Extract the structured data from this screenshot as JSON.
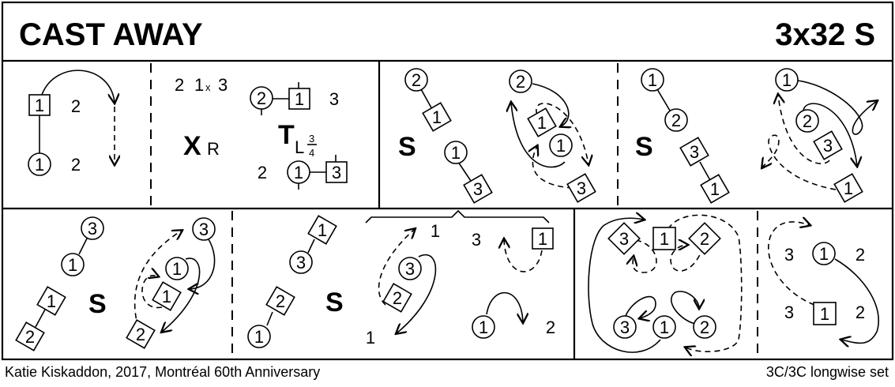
{
  "header": {
    "title": "CAST AWAY",
    "formation": "3x32 S"
  },
  "footer": {
    "credits": "Katie Kiskaddon, 2017, Montréal 60th Anniversary",
    "set_type": "3C/3C longwise set"
  },
  "panels": {
    "p1": {
      "dancers": {
        "man1": "1",
        "woman1": "1",
        "man2": "2",
        "woman2": "2"
      }
    },
    "p2": {
      "cross_label": "X",
      "cross_sub": "R",
      "top_line": {
        "a": "2",
        "b": "1",
        "x": "x",
        "c": "3"
      },
      "turn_label": "T",
      "turn_sub": "L",
      "turn_frac_num": "3",
      "turn_frac_den": "4",
      "pair_top": {
        "c": "2",
        "s": "1",
        "other": "3"
      },
      "pair_bot": {
        "other": "2",
        "c": "1",
        "s": "3"
      }
    },
    "p3": {
      "figure": "S",
      "left": [
        "2",
        "1",
        "1",
        "3"
      ],
      "right": [
        "2",
        "1",
        "1",
        "3"
      ]
    },
    "p4": {
      "figure": "S",
      "left": [
        "1",
        "2",
        "3",
        "1"
      ],
      "right": [
        "1",
        "2",
        "3",
        "1"
      ]
    },
    "p5": {
      "figure": "S",
      "left": [
        "3",
        "1",
        "1",
        "2"
      ],
      "right": [
        "3",
        "1",
        "1",
        "2"
      ]
    },
    "p6": {
      "figure": "S",
      "left": [
        "1",
        "3",
        "2",
        "1"
      ],
      "mid": [
        "3",
        "2"
      ],
      "labels": {
        "top1": "1",
        "top3": "3",
        "bot1": "1",
        "bot2": "2"
      },
      "right": {
        "sq": "1",
        "circ": "1"
      }
    },
    "p7": {
      "top": [
        "3",
        "1",
        "2"
      ],
      "bottom": [
        "3",
        "1",
        "2"
      ]
    },
    "p8": {
      "top": [
        "3",
        "1",
        "2"
      ],
      "bottom": [
        "3",
        "1",
        "2"
      ]
    }
  }
}
